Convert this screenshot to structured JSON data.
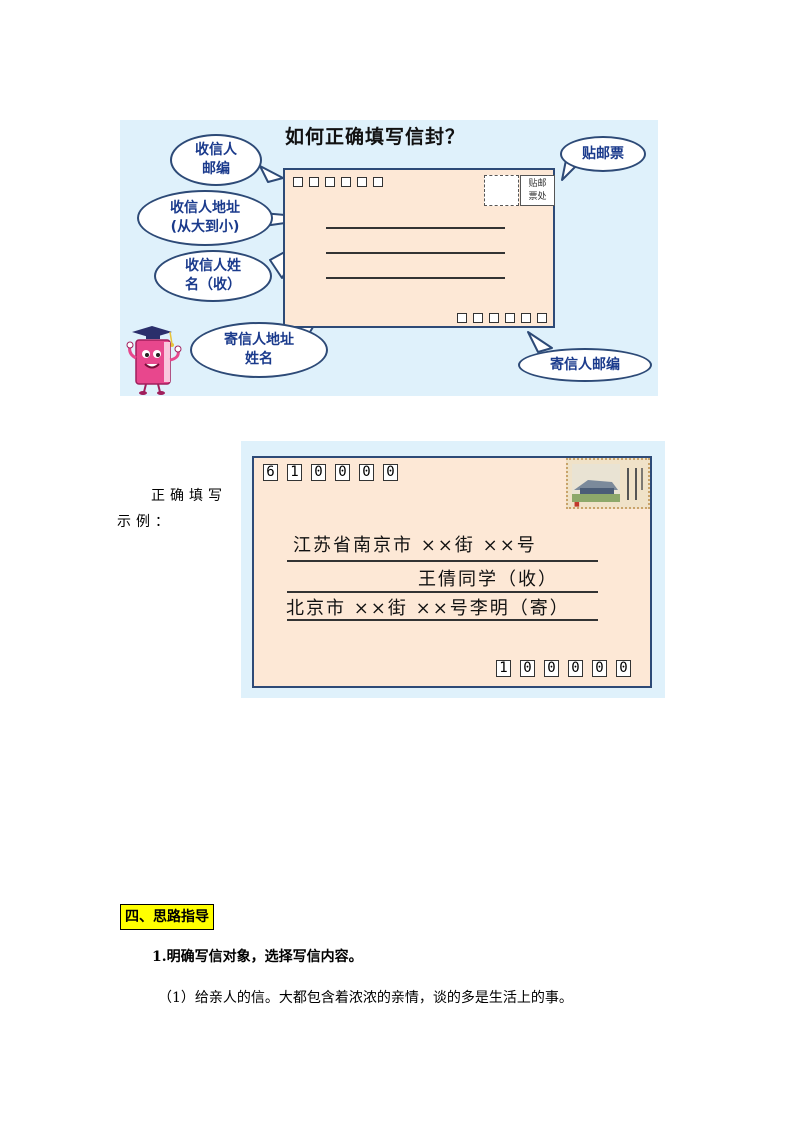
{
  "diagram1": {
    "title": "如何正确填写信封？",
    "bubbles": {
      "recipient_zip": "收信人\n邮编",
      "recipient_address": "收信人地址\n(从大到小)",
      "recipient_name": "收信人姓\n名（收）",
      "sender_address_name": "寄信人地址\n姓名",
      "stamp": "贴邮票",
      "sender_zip": "寄信人邮编"
    },
    "stamp_label": "贴邮\n票处"
  },
  "example": {
    "label": "正确填写示例：",
    "recipient_zip_digits": [
      "6",
      "1",
      "0",
      "0",
      "0",
      "0"
    ],
    "sender_zip_digits": [
      "1",
      "0",
      "0",
      "0",
      "0",
      "0"
    ],
    "line1": "江苏省南京市 ××街 ××号",
    "line2": "王倩同学（收）",
    "line3": "北京市 ××街 ××号李明（寄）"
  },
  "section": {
    "heading": "四、思路指导",
    "point1": "1.明确写信对象，选择写信内容。",
    "point1_1": "（1）给亲人的信。大都包含着浓浓的亲情，谈的多是生活上的事。"
  },
  "colors": {
    "background_panel": "#dff1fb",
    "envelope": "#fde8d6",
    "bubble_text": "#1a3a8c",
    "heading_highlight": "#ffff00"
  }
}
